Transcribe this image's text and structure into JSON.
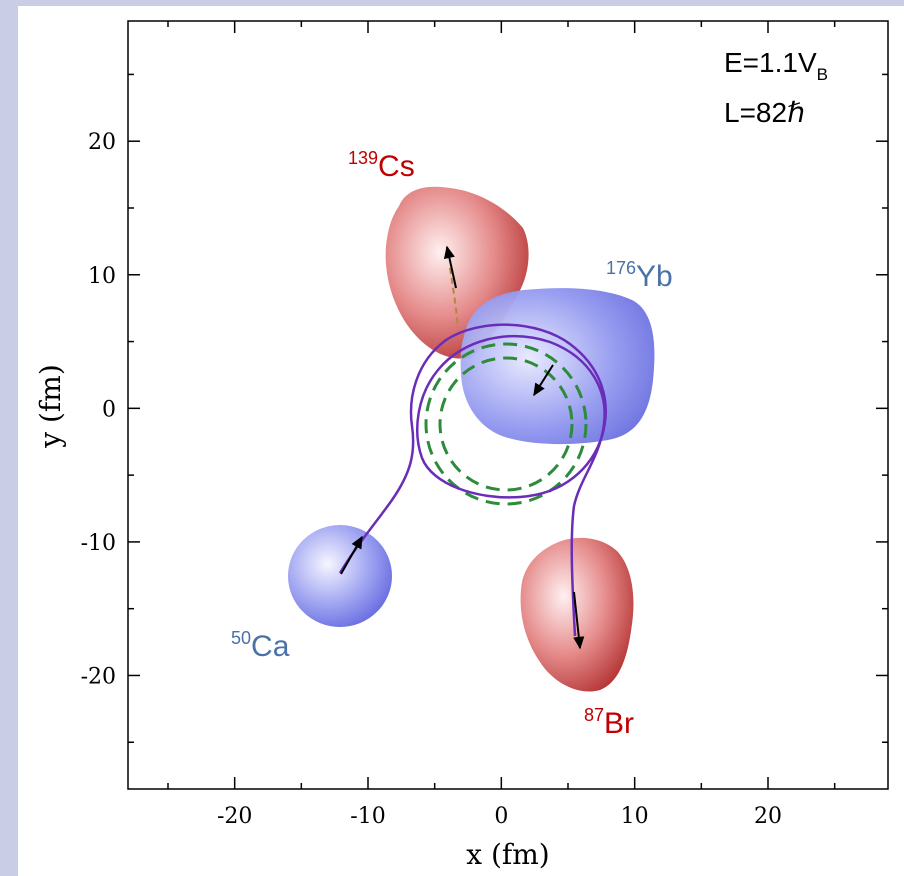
{
  "axes": {
    "xlabel": "x (fm)",
    "ylabel": "y (fm)",
    "xlim": [
      -28,
      29
    ],
    "ylim": [
      -28.5,
      29
    ],
    "x_ticks": [
      {
        "value": -20,
        "label": "-20"
      },
      {
        "value": -10,
        "label": "-10"
      },
      {
        "value": 0,
        "label": "0"
      },
      {
        "value": 10,
        "label": "10"
      },
      {
        "value": 20,
        "label": "20"
      }
    ],
    "y_ticks": [
      {
        "value": 20,
        "label": "20"
      },
      {
        "value": 10,
        "label": "10"
      },
      {
        "value": 0,
        "label": "0"
      },
      {
        "value": -10,
        "label": "-10"
      },
      {
        "value": -20,
        "label": "-20"
      }
    ]
  },
  "info": {
    "energy_prefix": "E=1.1V",
    "energy_subscript": "B",
    "angular_momentum": "L=82ℏ"
  },
  "nuclei": [
    {
      "id": "cs",
      "mass": "139",
      "symbol": "Cs",
      "color": "#c00000"
    },
    {
      "id": "yb",
      "mass": "176",
      "symbol": "Yb",
      "color": "#4a72a8"
    },
    {
      "id": "ca",
      "mass": "50",
      "symbol": "Ca",
      "color": "#4a72a8"
    },
    {
      "id": "br",
      "mass": "87",
      "symbol": "Br",
      "color": "#c00000"
    }
  ],
  "colors": {
    "trajectory": "#6a2db8",
    "compound_circle": "#2e8b3c",
    "red_blob_light": "#ffe0e0",
    "red_blob_dark": "#c23b3b",
    "blue_blob_light": "#f0f0ff",
    "blue_blob_dark": "#6e73e6"
  }
}
